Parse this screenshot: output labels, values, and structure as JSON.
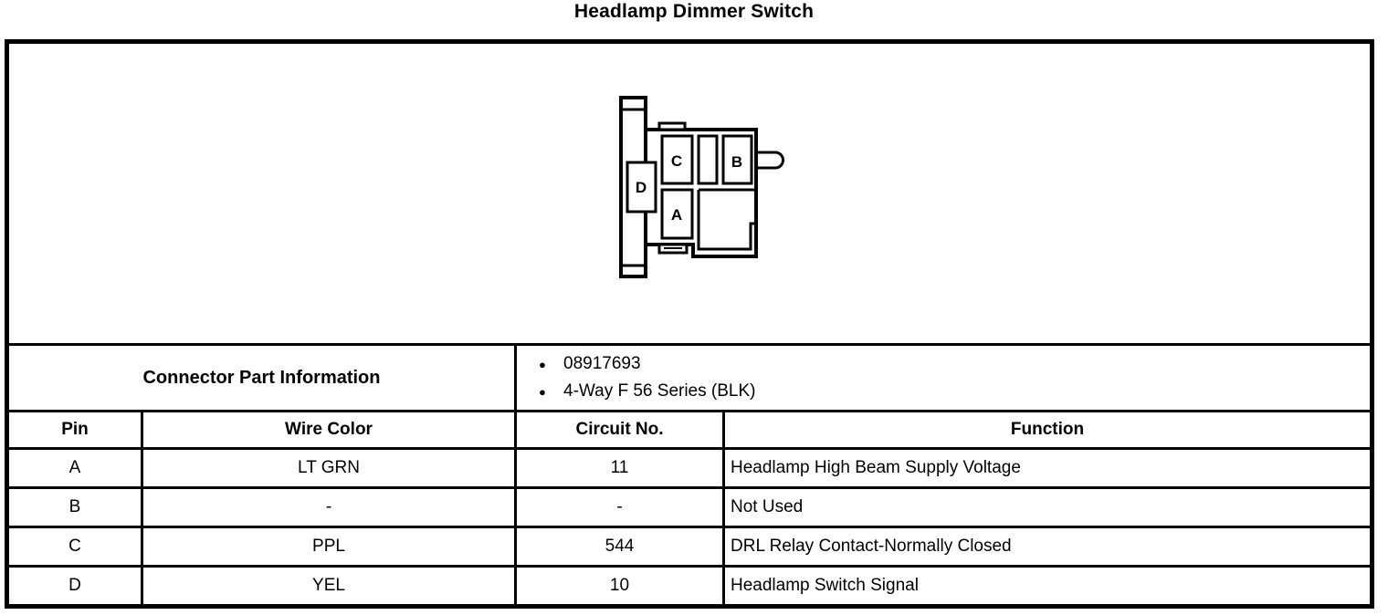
{
  "page": {
    "title": "Headlamp Dimmer Switch"
  },
  "connector": {
    "cavity_labels": {
      "a": "A",
      "b": "B",
      "c": "C",
      "d": "D"
    }
  },
  "part_info": {
    "label": "Connector Part Information",
    "bullet_icon": "●",
    "items": [
      "08917693",
      "4-Way F 56 Series (BLK)"
    ]
  },
  "pin_table": {
    "headers": {
      "pin": "Pin",
      "wire_color": "Wire Color",
      "circuit": "Circuit No.",
      "function": "Function"
    },
    "rows": [
      {
        "pin": "A",
        "wire_color": "LT GRN",
        "circuit": "11",
        "function": "Headlamp High Beam Supply Voltage"
      },
      {
        "pin": "B",
        "wire_color": "-",
        "circuit": "-",
        "function": "Not Used"
      },
      {
        "pin": "C",
        "wire_color": "PPL",
        "circuit": "544",
        "function": "DRL Relay Contact-Normally Closed"
      },
      {
        "pin": "D",
        "wire_color": "YEL",
        "circuit": "10",
        "function": "Headlamp Switch Signal"
      }
    ]
  },
  "colors": {
    "ink": "#000000",
    "paper": "#ffffff"
  }
}
